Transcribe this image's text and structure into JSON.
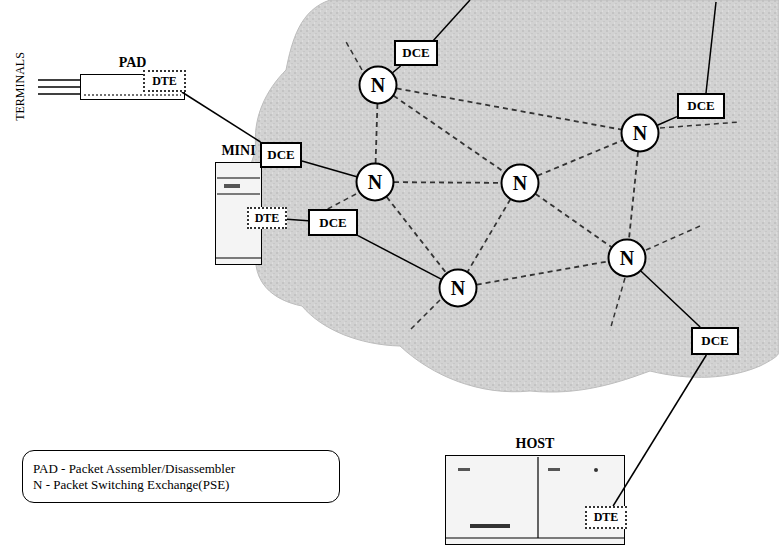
{
  "diagram": {
    "nodes": [
      {
        "text": [
          "PAD"
        ]
      },
      {
        "text": [
          "DTE"
        ],
        "in": 0
      },
      {
        "text": [
          "MINI"
        ]
      },
      {
        "text": [
          "DTE"
        ],
        "in": 2
      },
      {
        "text": [
          "HOST"
        ]
      },
      {
        "text": [
          "DTE"
        ],
        "in": 4
      },
      {
        "text": [
          "DCE"
        ]
      },
      {
        "text": [
          "DCE"
        ]
      },
      {
        "text": [
          "DCE"
        ]
      },
      {
        "text": [
          "DCE"
        ]
      },
      {
        "text": [
          "DCE"
        ]
      },
      {
        "text": [
          "N"
        ]
      },
      {
        "text": [
          "N"
        ]
      },
      {
        "text": [
          "N"
        ]
      },
      {
        "text": [
          "N"
        ]
      },
      {
        "text": [
          "N"
        ]
      },
      {
        "text": [
          "N"
        ]
      },
      {
        "text": [
          "PAD - Packet Assembler/Disassembler",
          "N - Packet Switching Exchange(PSE)"
        ]
      }
    ],
    "edges": [
      {
        "from": 1,
        "to": 6,
        "arrow": "none"
      },
      {
        "from": 6,
        "to": 12,
        "arrow": "none"
      },
      {
        "from": 7,
        "to": 11,
        "arrow": "none"
      },
      {
        "from": 8,
        "to": 14,
        "arrow": "none"
      },
      {
        "from": 3,
        "to": 9,
        "arrow": "none"
      },
      {
        "from": 9,
        "to": 15,
        "arrow": "none"
      },
      {
        "from": 16,
        "to": 10,
        "arrow": "none"
      },
      {
        "from": 10,
        "to": 5,
        "arrow": "none"
      },
      {
        "from": 11,
        "to": 12,
        "arrow": "none"
      },
      {
        "from": 11,
        "to": 13,
        "arrow": "none"
      },
      {
        "from": 11,
        "to": 14,
        "arrow": "none"
      },
      {
        "from": 12,
        "to": 13,
        "arrow": "none"
      },
      {
        "from": 12,
        "to": 15,
        "arrow": "none"
      },
      {
        "from": 13,
        "to": 15,
        "arrow": "none"
      },
      {
        "from": 13,
        "to": 16,
        "arrow": "none"
      },
      {
        "from": 13,
        "to": 14,
        "arrow": "none"
      },
      {
        "from": 14,
        "to": 16,
        "arrow": "none"
      },
      {
        "from": 15,
        "to": 16,
        "arrow": "none"
      }
    ],
    "labels": [
      "TERMINALS"
    ]
  }
}
